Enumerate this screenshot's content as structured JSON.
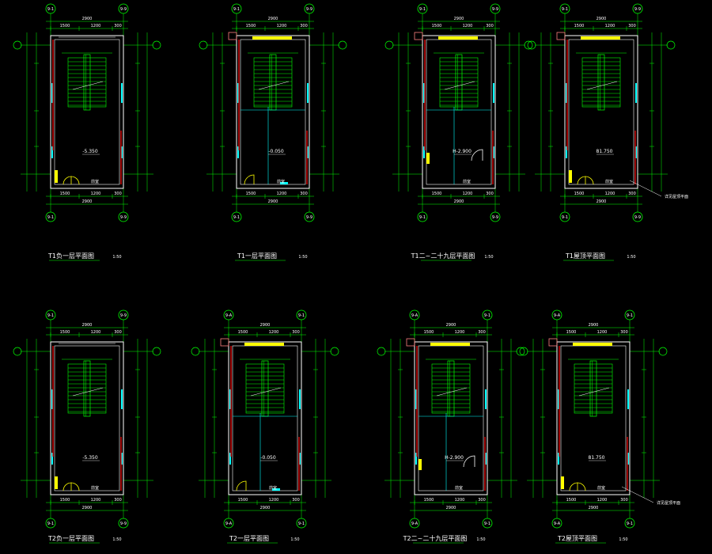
{
  "colors": {
    "background": "#000000",
    "dimension": "#00ff00",
    "wall": "#ffffff",
    "window": "#00ffff",
    "stair": "#00ff00",
    "door": "#ffff00",
    "column": "#ff0000",
    "marker": "#00ff00"
  },
  "plans": [
    {
      "caption": "T1负一层平面图",
      "scale": "1:50",
      "top_axes": [
        "9-1",
        "9-9"
      ],
      "bottom_axes": [
        "9-1",
        "9-9"
      ],
      "top_dims": [
        "1500",
        "1200",
        "300"
      ],
      "top_total": "2900",
      "bot_dims": [
        "1500",
        "1200",
        "300"
      ],
      "bot_total": "2900",
      "elev_label": "-5.350",
      "door_label": "前室",
      "note": "",
      "door_type": "double",
      "top_band": "open"
    },
    {
      "caption": "T1一层平面图",
      "scale": "1:50",
      "top_axes": [
        "9-1",
        "9-9"
      ],
      "bottom_axes": [
        "9-1",
        "9-9"
      ],
      "top_dims": [
        "1500",
        "1200",
        "300"
      ],
      "top_total": "2900",
      "bot_dims": [
        "1500",
        "1200",
        "300"
      ],
      "bot_total": "2900",
      "elev_label": "-0.050",
      "door_label": "前室",
      "note": "",
      "door_type": "single",
      "top_band": "closed"
    },
    {
      "caption": "T1二~二十九层平面图",
      "scale": "1:50",
      "top_axes": [
        "9-1",
        "9-9"
      ],
      "bottom_axes": [
        "9-1",
        "9-9"
      ],
      "top_dims": [
        "1500",
        "1200",
        "300"
      ],
      "top_total": "2900",
      "bot_dims": [
        "1500",
        "1200",
        "300"
      ],
      "bot_total": "2900",
      "elev_label": "H-2.900",
      "door_label": "前室",
      "note": "",
      "door_type": "swing",
      "top_band": "closed"
    },
    {
      "caption": "T1屋顶平面图",
      "scale": "1:50",
      "top_axes": [
        "9-1",
        "9-9"
      ],
      "bottom_axes": [
        "9-1",
        "9-9"
      ],
      "top_dims": [
        "1500",
        "1200",
        "300"
      ],
      "top_total": "2900",
      "bot_dims": [
        "1500",
        "1200",
        "300"
      ],
      "bot_total": "2900",
      "elev_label": "81.750",
      "door_label": "前室",
      "note": "详见屋顶平面",
      "door_type": "double",
      "top_band": "closed"
    },
    {
      "caption": "T2负一层平面图",
      "scale": "1:50",
      "top_axes": [
        "9-1",
        "9-9"
      ],
      "bottom_axes": [
        "9-1",
        "9-9"
      ],
      "top_dims": [
        "1500",
        "1200",
        "300"
      ],
      "top_total": "2900",
      "bot_dims": [
        "1500",
        "1200",
        "300"
      ],
      "bot_total": "2900",
      "elev_label": "-5.350",
      "door_label": "前室",
      "note": "",
      "door_type": "double",
      "top_band": "open"
    },
    {
      "caption": "T2一层平面图",
      "scale": "1:50",
      "top_axes": [
        "9-A",
        "9-1"
      ],
      "bottom_axes": [
        "9-A",
        "9-1"
      ],
      "top_dims": [
        "1500",
        "1200",
        "300"
      ],
      "top_total": "2900",
      "bot_dims": [
        "1500",
        "1200",
        "300"
      ],
      "bot_total": "2900",
      "elev_label": "-0.050",
      "door_label": "前室",
      "note": "",
      "door_type": "single",
      "top_band": "closed"
    },
    {
      "caption": "T2二~二十九层平面图",
      "scale": "1:50",
      "top_axes": [
        "9-A",
        "9-1"
      ],
      "bottom_axes": [
        "9-A",
        "9-1"
      ],
      "top_dims": [
        "1500",
        "1200",
        "300"
      ],
      "top_total": "2900",
      "bot_dims": [
        "1500",
        "1200",
        "300"
      ],
      "bot_total": "2900",
      "elev_label": "H-2.900",
      "door_label": "前室",
      "note": "",
      "door_type": "swing",
      "top_band": "closed"
    },
    {
      "caption": "T2屋顶平面图",
      "scale": "1:50",
      "top_axes": [
        "9-A",
        "9-1"
      ],
      "bottom_axes": [
        "9-A",
        "9-1"
      ],
      "top_dims": [
        "1500",
        "1200",
        "300"
      ],
      "top_total": "2900",
      "bot_dims": [
        "1500",
        "1200",
        "300"
      ],
      "bot_total": "2900",
      "elev_label": "81.750",
      "door_label": "前室",
      "note": "详见屋顶平面",
      "door_type": "double",
      "top_band": "closed"
    }
  ]
}
